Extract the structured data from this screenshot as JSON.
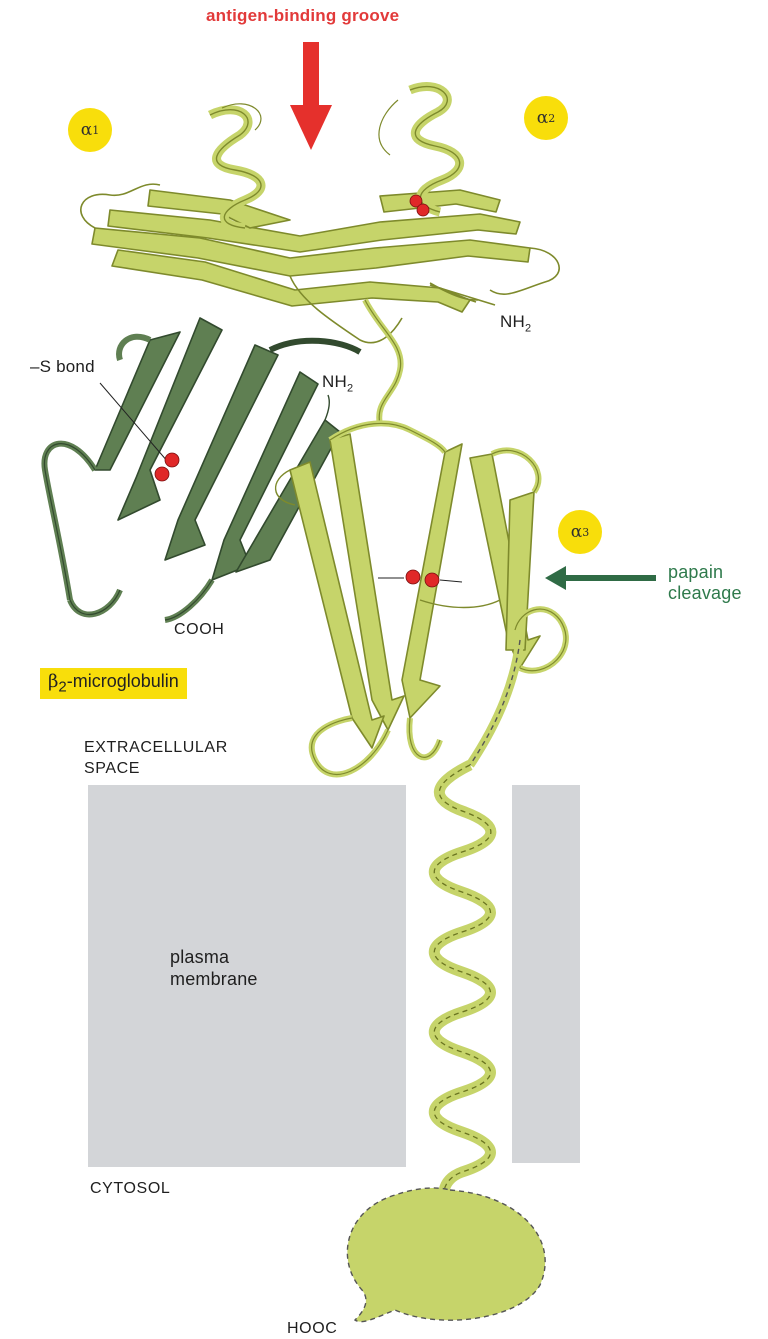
{
  "labels": {
    "groove": "antigen-binding groove",
    "alpha1": "α",
    "alpha1_sub": "1",
    "alpha2": "α",
    "alpha2_sub": "2",
    "alpha3": "α",
    "alpha3_sub": "3",
    "nh2_top": "NH",
    "nh2_top_sub": "2",
    "nh2_mid": "NH",
    "nh2_mid_sub": "2",
    "s_bond": "–S bond",
    "cooh": "COOH",
    "beta2_beta": "β",
    "beta2_sub": "2",
    "beta2_rest": "-microglobulin",
    "papain_line1": "papain",
    "papain_line2": "cleavage",
    "extracellular_line1": "EXTRACELLULAR",
    "extracellular_line2": "SPACE",
    "plasma_line1": "plasma",
    "plasma_line2": "membrane",
    "cytosol": "CYTOSOL",
    "hooc": "HOOC"
  },
  "colors": {
    "heavy_chain": "#c6d46a",
    "heavy_chain_dark": "#7e8a2c",
    "beta2_chain": "#5f7f52",
    "beta2_chain_dark": "#324a2e",
    "membrane": "#d3d5d8",
    "badge": "#f8de0b",
    "groove_arrow": "#e5302c",
    "papain_arrow": "#2f6b45",
    "disulfide": "#e02828"
  }
}
